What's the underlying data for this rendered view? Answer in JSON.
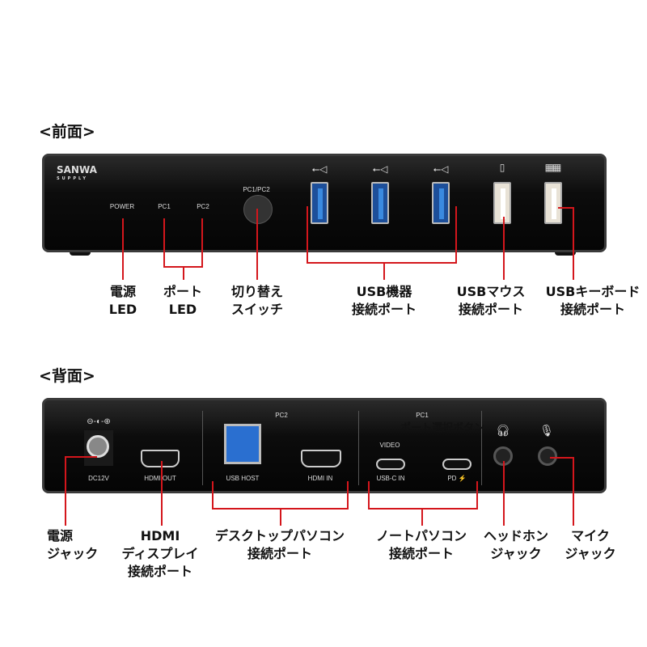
{
  "front": {
    "heading": "<前面>",
    "logo": {
      "brand": "SANWA",
      "sub": "SUPPLY"
    },
    "panel": {
      "power": "POWER",
      "pc1": "PC1",
      "pc2": "PC2",
      "switch": "PC1/PC2"
    },
    "icons": [
      "usb-icon",
      "usb-icon",
      "usb-icon",
      "mouse-icon",
      "keyboard-icon"
    ],
    "callouts": {
      "power_led": [
        "電源",
        "LED"
      ],
      "port_led": [
        "ポート",
        "LED"
      ],
      "switch": [
        "切り替え",
        "スイッチ"
      ],
      "usb_device": [
        "USB機器",
        "接続ポート"
      ],
      "usb_mouse": [
        "USBマウス",
        "接続ポート"
      ],
      "usb_keyboard": [
        "USBキーボード",
        "接続ポート"
      ]
    }
  },
  "back": {
    "heading": "<背面>",
    "panel": {
      "dc_polarity": "⊖-◐-⊕",
      "dc": "DC12V",
      "hdmi_out": "HDMI OUT",
      "pc2": "PC2",
      "usb_host": "USB HOST",
      "hdmi_in": "HDMI IN",
      "pc1": "PC1",
      "video": "VIDEO",
      "usbc_in": "USB-C IN",
      "pd": "PD",
      "overlay": "ポート選択ボタン"
    },
    "callouts": {
      "power_jack": [
        "電源",
        "ジャック"
      ],
      "hdmi_display": [
        "HDMI",
        "ディスプレイ",
        "接続ポート"
      ],
      "desktop": [
        "デスクトップパソコン",
        "接続ポート"
      ],
      "notebook": [
        "ノートパソコン",
        "接続ポート"
      ],
      "headphone": [
        "ヘッドホン",
        "ジャック"
      ],
      "mic": [
        "マイク",
        "ジャック"
      ]
    }
  },
  "colors": {
    "callout_line": "#d4161c",
    "usb3_blue": "#1d4f9a"
  }
}
